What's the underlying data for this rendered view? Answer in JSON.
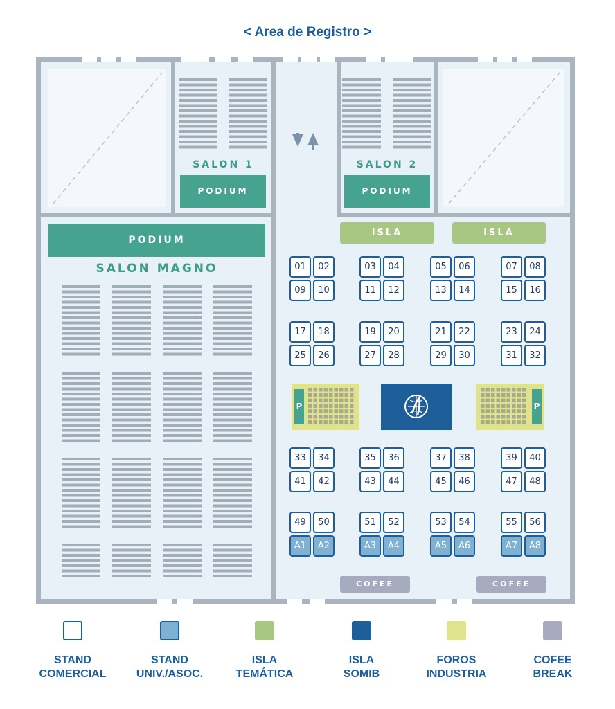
{
  "header": {
    "title": "< Area de Registro >"
  },
  "rooms": {
    "salon1": {
      "label": "SALON 1",
      "podium": "PODIUM"
    },
    "salon2": {
      "label": "SALON 2",
      "podium": "PODIUM"
    },
    "magno": {
      "label": "SALON MAGNO",
      "podium": "PODIUM"
    }
  },
  "islas": [
    "ISLA",
    "ISLA"
  ],
  "cofee": [
    "COFEE",
    "COFEE"
  ],
  "foros_p": [
    "P",
    "P"
  ],
  "stands": {
    "commercial": [
      "01",
      "02",
      "09",
      "10",
      "03",
      "04",
      "11",
      "12",
      "05",
      "06",
      "13",
      "14",
      "07",
      "08",
      "15",
      "16",
      "17",
      "18",
      "25",
      "26",
      "19",
      "20",
      "27",
      "28",
      "21",
      "22",
      "29",
      "30",
      "23",
      "24",
      "31",
      "32",
      "33",
      "34",
      "41",
      "42",
      "35",
      "36",
      "43",
      "44",
      "37",
      "38",
      "45",
      "46",
      "39",
      "40",
      "47",
      "48",
      "49",
      "50",
      "51",
      "52",
      "53",
      "54",
      "55",
      "56"
    ],
    "univ": [
      "A1",
      "A2",
      "A3",
      "A4",
      "A5",
      "A6",
      "A7",
      "A8"
    ]
  },
  "legend": [
    {
      "label": "STAND\nCOMERCIAL",
      "color": "#ffffff",
      "border": "#1f5f99"
    },
    {
      "label": "STAND\nUNIV./ASOC.",
      "color": "#7fb1d3",
      "border": "#1f5f99"
    },
    {
      "label": "ISLA\nTEMÁTICA",
      "color": "#a8c782",
      "border": "#a8c782"
    },
    {
      "label": "ISLA\nSOMIB",
      "color": "#1f5f99",
      "border": "#1f5f99"
    },
    {
      "label": "FOROS\nINDUSTRIA",
      "color": "#dfe38e",
      "border": "#dfe38e"
    },
    {
      "label": "COFEE\nBREAK",
      "color": "#a6abc0",
      "border": "#a6abc0"
    }
  ],
  "colors": {
    "brand_blue": "#1f5f99",
    "teal": "#46a38f",
    "wall": "#a9b4bf"
  }
}
